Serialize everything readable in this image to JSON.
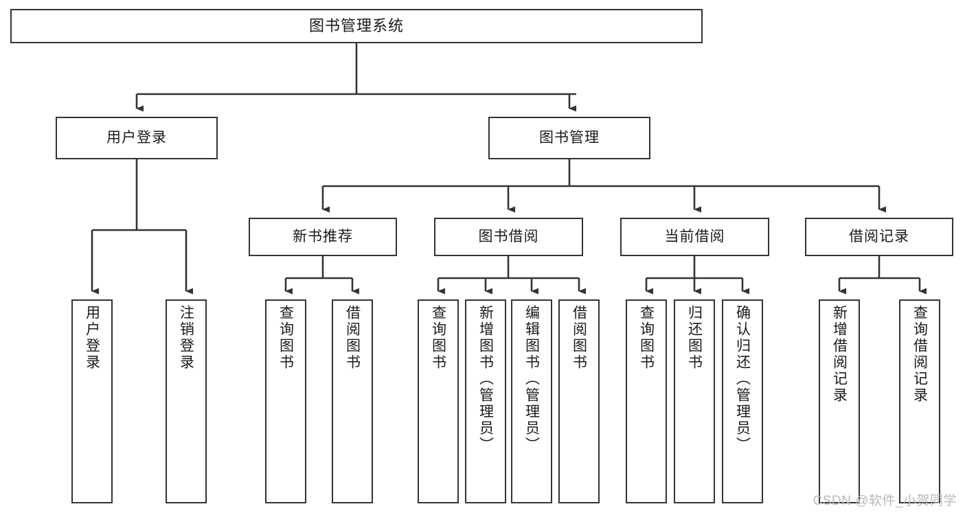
{
  "diagram": {
    "title": "图书管理系统",
    "type": "tree-hierarchy-diagram",
    "colors": {
      "box_border": "#333333",
      "box_fill": "#ffffff",
      "connector": "#333333",
      "text": "#1a1a1a",
      "watermark": "#b9b9b9",
      "background": "#ffffff"
    },
    "watermark": "CSDN @软件_小贺同学"
  },
  "nodes": {
    "root": {
      "label": "图书管理系统"
    },
    "level2": [
      {
        "label": "用户登录"
      },
      {
        "label": "图书管理"
      }
    ],
    "level3": [
      {
        "label": "新书推荐"
      },
      {
        "label": "图书借阅"
      },
      {
        "label": "当前借阅"
      },
      {
        "label": "借阅记录"
      }
    ],
    "leaves": {
      "user_login": [
        {
          "label": "用户登录"
        },
        {
          "label": "注销登录"
        }
      ],
      "new_book_recommend": [
        {
          "label": "查询图书"
        },
        {
          "label": "借阅图书"
        }
      ],
      "book_borrow": [
        {
          "label": "查询图书"
        },
        {
          "label": "新增图书（管理员）"
        },
        {
          "label": "编辑图书（管理员）"
        },
        {
          "label": "借阅图书"
        }
      ],
      "current_borrow": [
        {
          "label": "查询图书"
        },
        {
          "label": "归还图书"
        },
        {
          "label": "确认归还（管理员）"
        }
      ],
      "borrow_record": [
        {
          "label": "新增借阅记录"
        },
        {
          "label": "查询借阅记录"
        }
      ]
    }
  }
}
